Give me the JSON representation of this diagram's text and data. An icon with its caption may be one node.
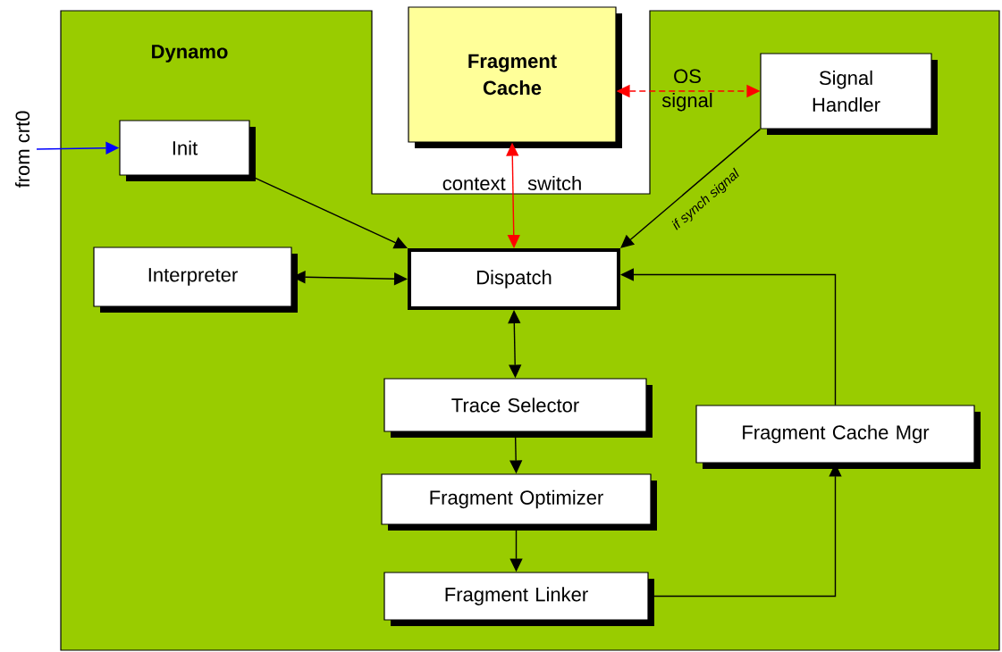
{
  "diagram": {
    "nodes": [
      {
        "text": [
          "Dynamo"
        ]
      },
      {
        "text": [
          "from crt0"
        ]
      },
      {
        "text": [
          "Init"
        ],
        "in": 0
      },
      {
        "text": [
          "Fragment Cache"
        ]
      },
      {
        "text": [
          "Signal Handler"
        ],
        "in": 0
      },
      {
        "text": [
          "Interpreter"
        ],
        "in": 0
      },
      {
        "text": [
          "Dispatch"
        ],
        "in": 0
      },
      {
        "text": [
          "Trace Selector"
        ],
        "in": 0
      },
      {
        "text": [
          "Fragment Cache Mgr"
        ],
        "in": 0
      },
      {
        "text": [
          "Fragment Optimizer"
        ],
        "in": 0
      },
      {
        "text": [
          "Fragment Linker"
        ],
        "in": 0
      }
    ],
    "edges": [
      {
        "from": 1,
        "to": 2,
        "arrow": "to",
        "color": "#0000ff"
      },
      {
        "from": 2,
        "to": 6,
        "arrow": "to"
      },
      {
        "from": 5,
        "to": 6,
        "arrow": "both"
      },
      {
        "from": 3,
        "to": 6,
        "arrow": "both",
        "label": "context switch",
        "color": "#ff0000"
      },
      {
        "from": 3,
        "to": 4,
        "arrow": "both",
        "label": "OS signal",
        "style": "dashed",
        "color": "#ff0000"
      },
      {
        "from": 4,
        "to": 6,
        "arrow": "to",
        "label": "if synch signal"
      },
      {
        "from": 6,
        "to": 7,
        "arrow": "both"
      },
      {
        "from": 7,
        "to": 9,
        "arrow": "to"
      },
      {
        "from": 9,
        "to": 10,
        "arrow": "to"
      },
      {
        "from": 10,
        "to": 8,
        "arrow": "to"
      },
      {
        "from": 8,
        "to": 6,
        "arrow": "to"
      }
    ]
  }
}
